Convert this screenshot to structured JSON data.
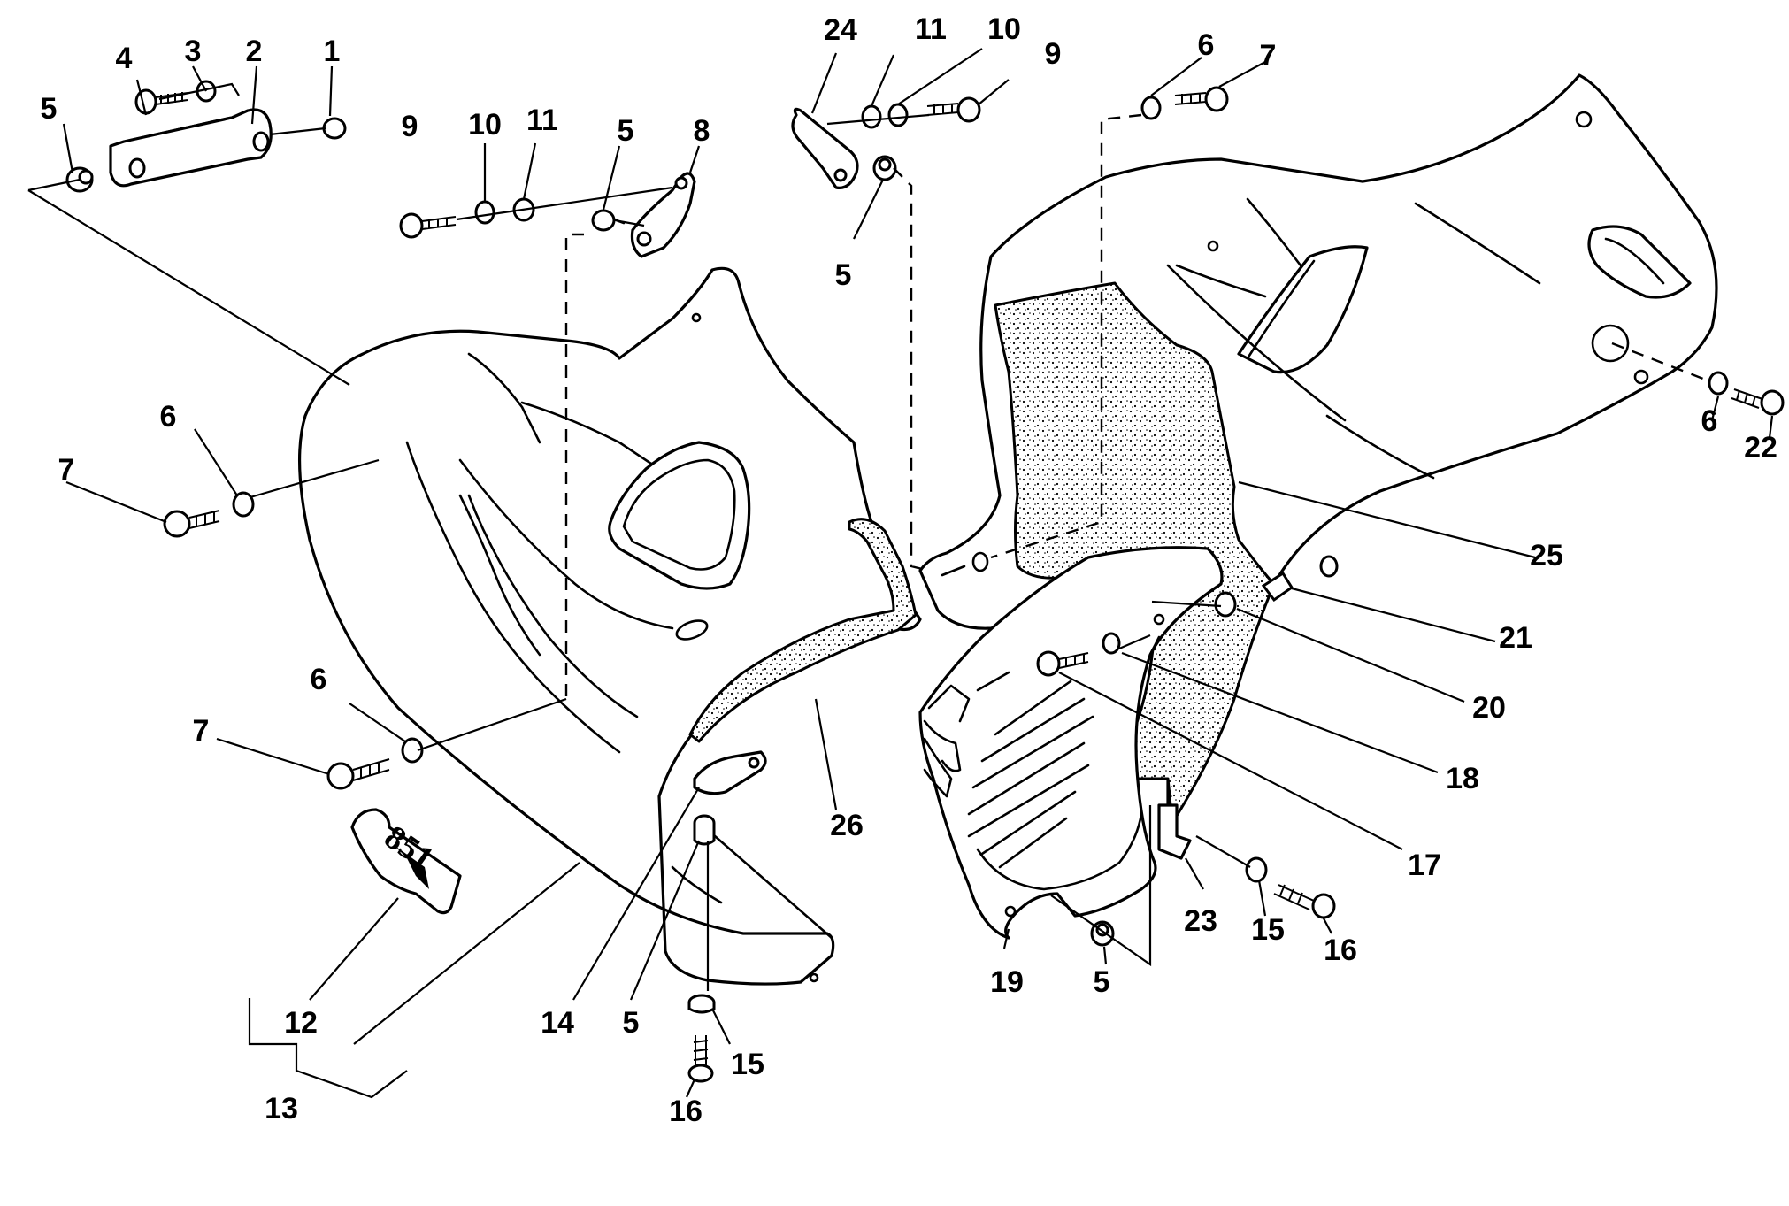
{
  "diagram": {
    "callouts": [
      {
        "id": "c-1",
        "text": "1"
      },
      {
        "id": "c-2",
        "text": "2"
      },
      {
        "id": "c-3",
        "text": "3"
      },
      {
        "id": "c-4",
        "text": "4"
      },
      {
        "id": "c-5a",
        "text": "5"
      },
      {
        "id": "c-9a",
        "text": "9"
      },
      {
        "id": "c-10a",
        "text": "10"
      },
      {
        "id": "c-11a",
        "text": "11"
      },
      {
        "id": "c-5b",
        "text": "5"
      },
      {
        "id": "c-8",
        "text": "8"
      },
      {
        "id": "c-24",
        "text": "24"
      },
      {
        "id": "c-11b",
        "text": "11"
      },
      {
        "id": "c-10b",
        "text": "10"
      },
      {
        "id": "c-9b",
        "text": "9"
      },
      {
        "id": "c-5c",
        "text": "5"
      },
      {
        "id": "c-6a",
        "text": "6"
      },
      {
        "id": "c-7a",
        "text": "7"
      },
      {
        "id": "c-6b",
        "text": "6"
      },
      {
        "id": "c-7b",
        "text": "7"
      },
      {
        "id": "c-6c",
        "text": "6"
      },
      {
        "id": "c-22",
        "text": "22"
      },
      {
        "id": "c-25",
        "text": "25"
      },
      {
        "id": "c-21",
        "text": "21"
      },
      {
        "id": "c-20",
        "text": "20"
      },
      {
        "id": "c-18",
        "text": "18"
      },
      {
        "id": "c-17",
        "text": "17"
      },
      {
        "id": "c-6d",
        "text": "6"
      },
      {
        "id": "c-7c",
        "text": "7"
      },
      {
        "id": "c-26",
        "text": "26"
      },
      {
        "id": "c-12",
        "text": "12"
      },
      {
        "id": "c-13",
        "text": "13"
      },
      {
        "id": "c-14",
        "text": "14"
      },
      {
        "id": "c-5d",
        "text": "5"
      },
      {
        "id": "c-15a",
        "text": "15"
      },
      {
        "id": "c-16a",
        "text": "16"
      },
      {
        "id": "c-19",
        "text": "19"
      },
      {
        "id": "c-5e",
        "text": "5"
      },
      {
        "id": "c-23",
        "text": "23"
      },
      {
        "id": "c-15b",
        "text": "15"
      },
      {
        "id": "c-16b",
        "text": "16"
      }
    ]
  }
}
